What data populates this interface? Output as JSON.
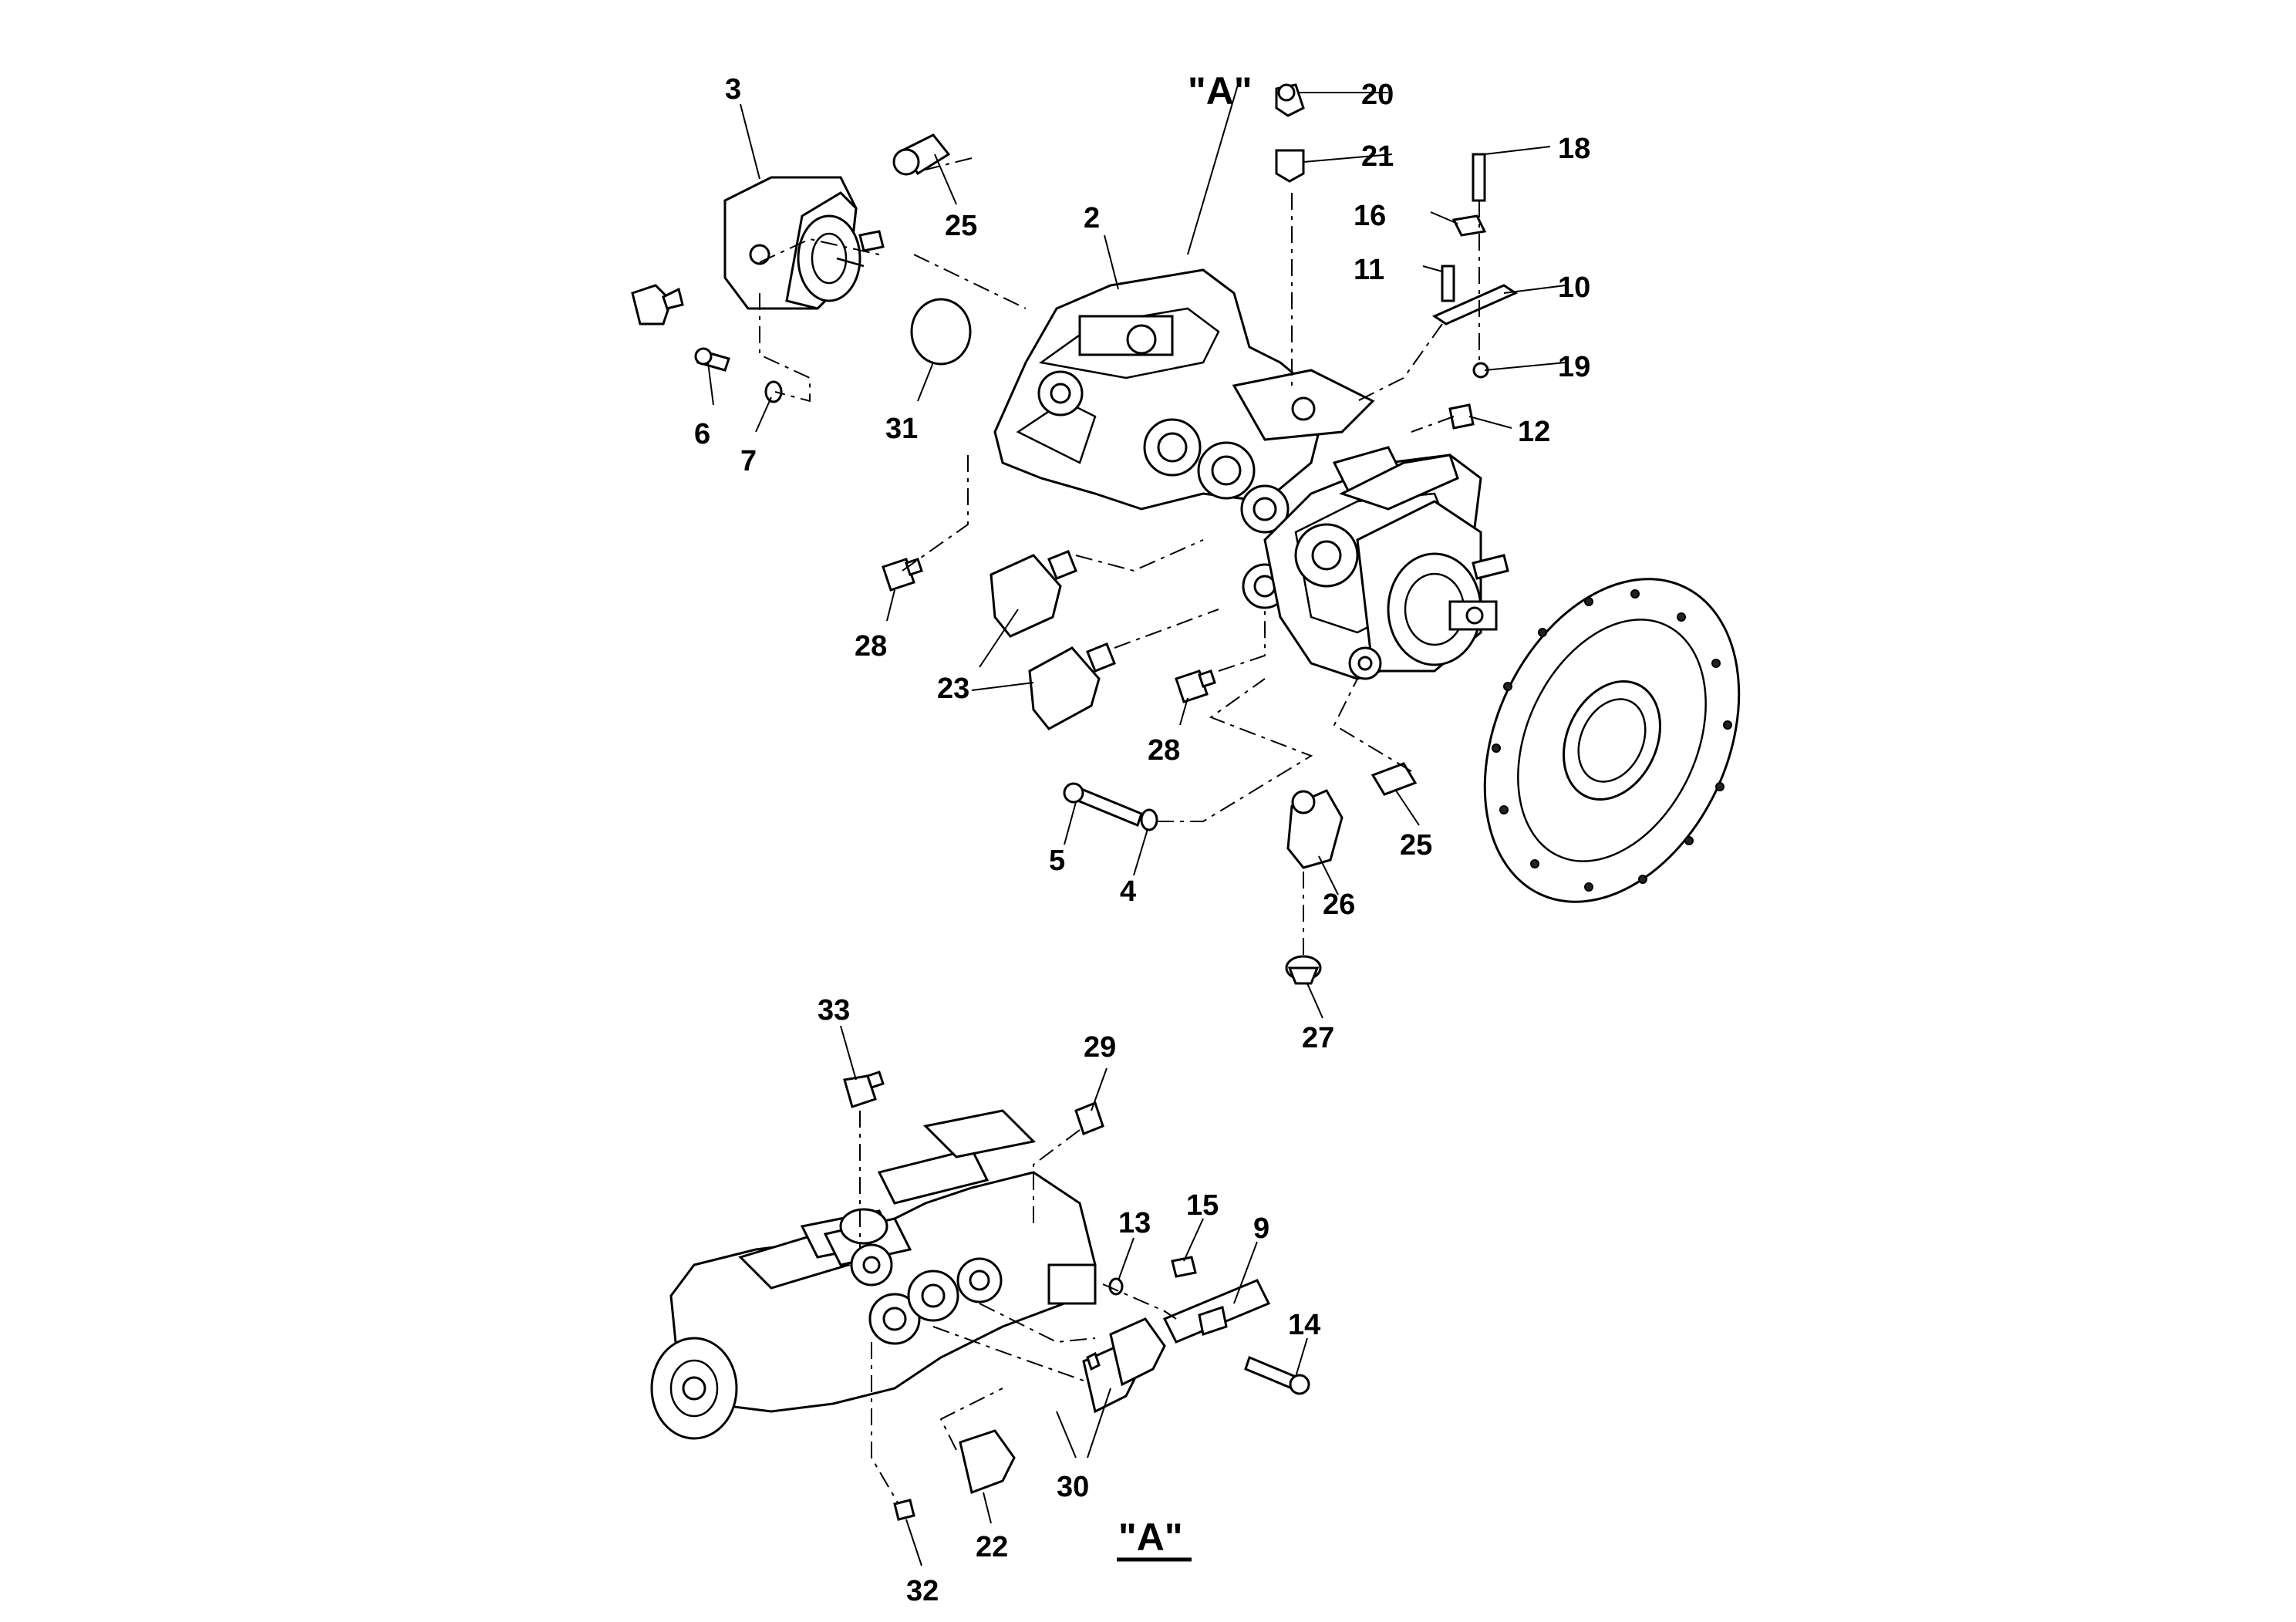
{
  "view_labels": {
    "top": "\"A\"",
    "bottom": "\"A\""
  },
  "callouts": [
    {
      "id": "c2",
      "text": "2"
    },
    {
      "id": "c3",
      "text": "3"
    },
    {
      "id": "c4",
      "text": "4"
    },
    {
      "id": "c5",
      "text": "5"
    },
    {
      "id": "c6",
      "text": "6"
    },
    {
      "id": "c7",
      "text": "7"
    },
    {
      "id": "c9",
      "text": "9"
    },
    {
      "id": "c10",
      "text": "10"
    },
    {
      "id": "c11",
      "text": "11"
    },
    {
      "id": "c12",
      "text": "12"
    },
    {
      "id": "c13",
      "text": "13"
    },
    {
      "id": "c14",
      "text": "14"
    },
    {
      "id": "c15",
      "text": "15"
    },
    {
      "id": "c16",
      "text": "16"
    },
    {
      "id": "c18",
      "text": "18"
    },
    {
      "id": "c19",
      "text": "19"
    },
    {
      "id": "c20",
      "text": "20"
    },
    {
      "id": "c21",
      "text": "21"
    },
    {
      "id": "c22",
      "text": "22"
    },
    {
      "id": "c23a",
      "text": "23"
    },
    {
      "id": "c25a",
      "text": "25"
    },
    {
      "id": "c25b",
      "text": "25"
    },
    {
      "id": "c26",
      "text": "26"
    },
    {
      "id": "c27",
      "text": "27"
    },
    {
      "id": "c28a",
      "text": "28"
    },
    {
      "id": "c28b",
      "text": "28"
    },
    {
      "id": "c29",
      "text": "29"
    },
    {
      "id": "c30",
      "text": "30"
    },
    {
      "id": "c31",
      "text": "31"
    },
    {
      "id": "c32",
      "text": "32"
    },
    {
      "id": "c33",
      "text": "33"
    }
  ]
}
